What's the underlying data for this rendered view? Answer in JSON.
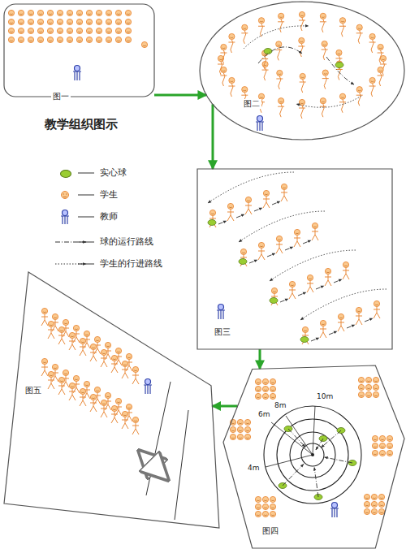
{
  "diagram": {
    "title": "教学组织图示",
    "nodes": [
      {
        "text": [
          "图一"
        ]
      },
      {
        "text": [
          "图二"
        ]
      },
      {
        "text": [
          "图三"
        ]
      },
      {
        "text": [
          "图四"
        ]
      },
      {
        "text": [
          "图五"
        ]
      }
    ],
    "edges": [
      {
        "from": 0,
        "to": 1,
        "arrow": "to"
      },
      {
        "from": 1,
        "to": 2,
        "arrow": "to"
      },
      {
        "from": 2,
        "to": 3,
        "arrow": "to"
      },
      {
        "from": 3,
        "to": 4,
        "arrow": "to"
      }
    ],
    "labels": [
      "10m",
      "8m",
      "6m",
      "4m"
    ],
    "legend": [
      {
        "text": "实心球",
        "color": "#9acd32"
      },
      {
        "text": "学生"
      },
      {
        "text": "教师"
      },
      {
        "text": "球的运行路线"
      },
      {
        "text": "学生的行进路线"
      }
    ]
  }
}
